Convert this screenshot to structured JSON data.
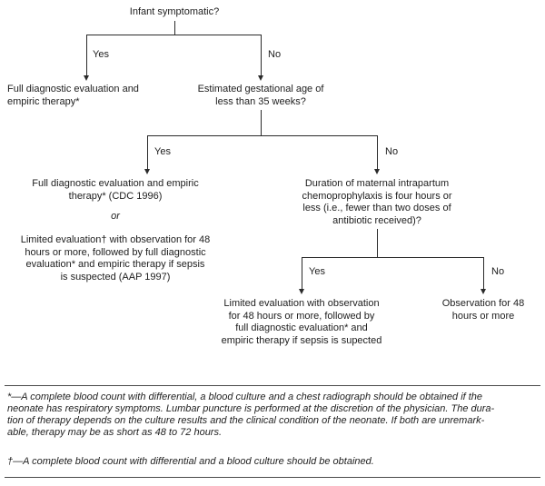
{
  "nodes": {
    "root_question": "Infant symptomatic?",
    "full_eval": "Full diagnostic evaluation and\nempiric therapy*",
    "gestational_question": "Estimated gestational age of\nless than 35 weeks?",
    "full_eval_cdc": "Full diagnostic evaluation and empiric\ntherapy* (CDC 1996)",
    "or_separator": "or",
    "limited_eval_aap": "Limited evaluation† with observation for 48\nhours or more, followed by full diagnostic\nevaluation* and empiric therapy if sepsis\nis suspected (AAP 1997)",
    "chemoprophylaxis_question": "Duration of maternal intrapartum\nchemoprophylaxis is four hours or\nless (i.e., fewer than two doses of\nantibiotic received)?",
    "limited_eval_observation": "Limited evaluation with observation\nfor 48 hours or more, followed by\nfull diagnostic evaluation* and\nempiric therapy if sepsis is supected",
    "observation": "Observation for 48\nhours or more"
  },
  "branch_labels": {
    "root_yes": "Yes",
    "root_no": "No",
    "gestational_yes": "Yes",
    "gestational_no": "No",
    "chemo_yes": "Yes",
    "chemo_no": "No"
  },
  "footnotes": {
    "asterisk": "*—A complete blood count with differential, a blood culture and a chest radiograph should be obtained if the\nneonate has respiratory symptoms. Lumbar puncture is performed at the discretion of the physician. The dura-\ntion of therapy depends on the culture results and the clinical condition of the neonate. If both are unremark-\nable, therapy may be as short as 48 to 72 hours.",
    "dagger": "†—A complete blood count with differential and a blood culture should be obtained."
  }
}
